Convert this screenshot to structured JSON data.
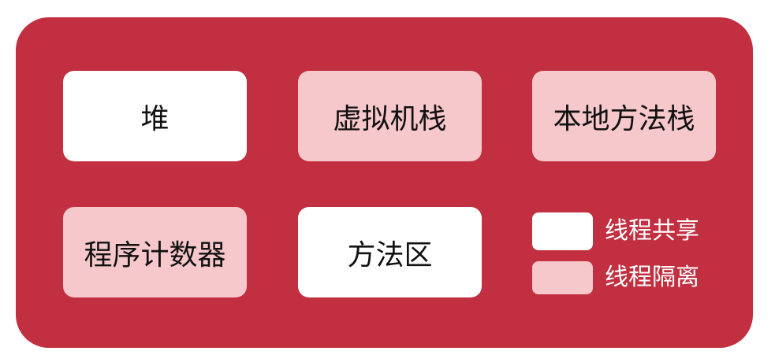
{
  "colors": {
    "panel": "#c12f40",
    "shared": "#ffffff",
    "isolated": "#f7c8cb"
  },
  "boxes": [
    {
      "label": "堆",
      "type": "shared"
    },
    {
      "label": "虚拟机栈",
      "type": "isolated"
    },
    {
      "label": "本地方法栈",
      "type": "isolated"
    },
    {
      "label": "程序计数器",
      "type": "isolated"
    },
    {
      "label": "方法区",
      "type": "shared"
    }
  ],
  "legend": [
    {
      "label": "线程共享",
      "type": "shared"
    },
    {
      "label": "线程隔离",
      "type": "isolated"
    }
  ]
}
